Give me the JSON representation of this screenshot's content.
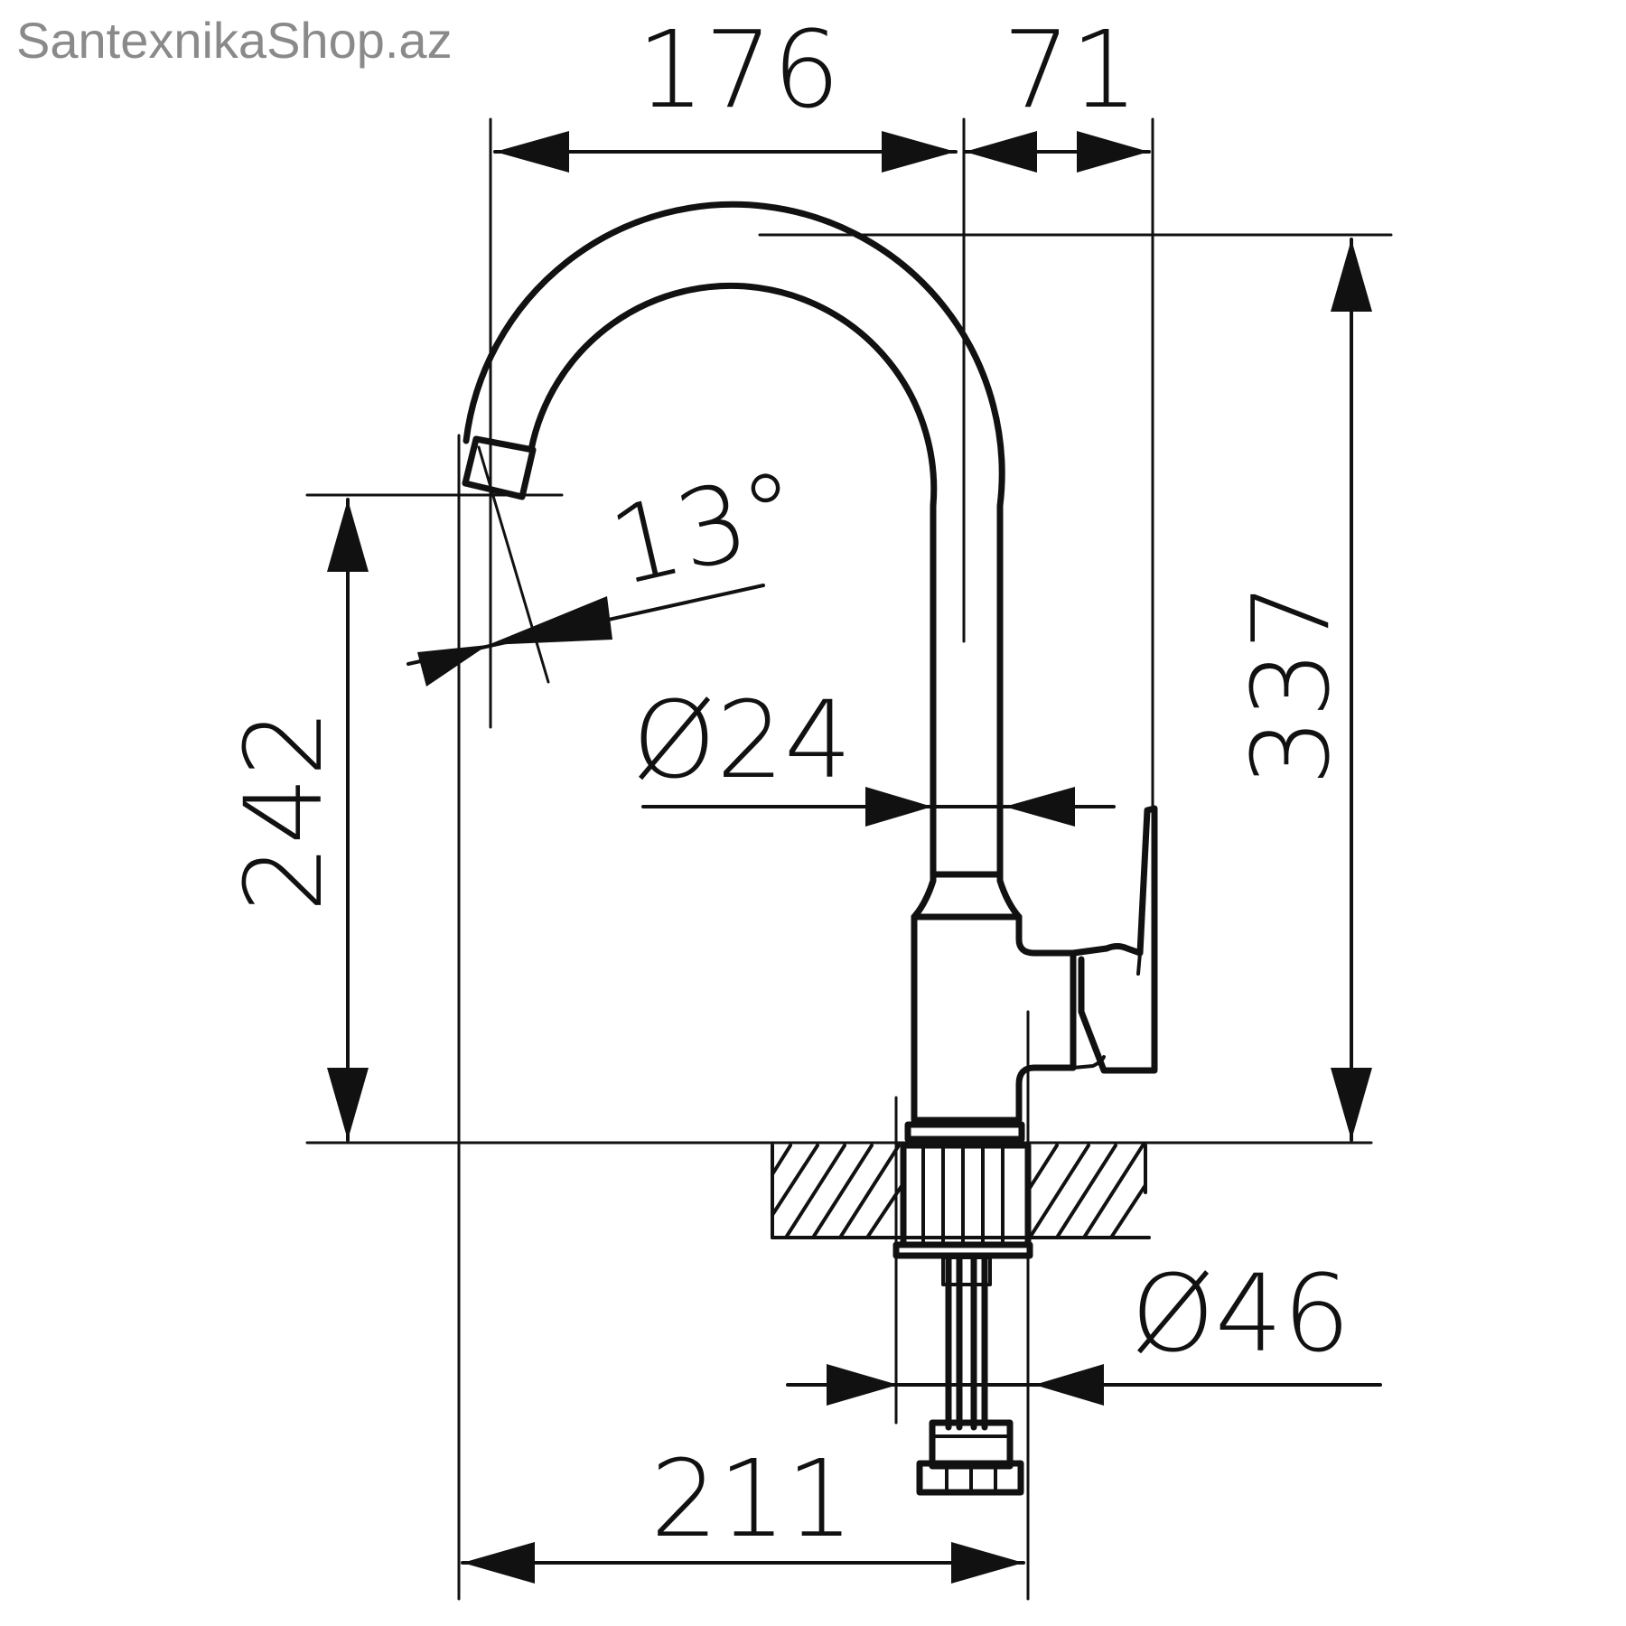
{
  "watermark": "SantexnikaShop.az",
  "dimensions": {
    "spout_reach": "176",
    "handle_offset": "71",
    "total_height": "337",
    "spout_height": "242",
    "spout_angle": "13°",
    "spout_diameter": "Ø24",
    "base_diameter": "Ø46",
    "overall_depth": "211"
  },
  "colors": {
    "ink": "#111111",
    "watermark": "#8a8a8a",
    "background": "#ffffff"
  }
}
